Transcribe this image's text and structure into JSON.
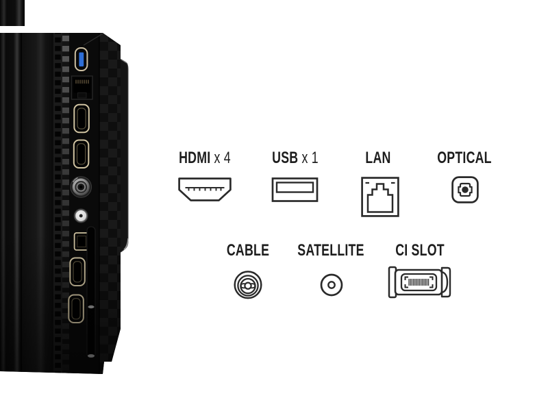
{
  "connectors": {
    "row1": [
      {
        "name": "HDMI",
        "count": "x 4",
        "icon": "hdmi-connector-icon"
      },
      {
        "name": "USB",
        "count": "x 1",
        "icon": "usb-connector-icon"
      },
      {
        "name": "LAN",
        "count": "",
        "icon": "lan-connector-icon"
      },
      {
        "name": "OPTICAL",
        "count": "",
        "icon": "optical-connector-icon"
      }
    ],
    "row2": [
      {
        "name": "CABLE",
        "icon": "cable-connector-icon"
      },
      {
        "name": "SATELLITE",
        "icon": "satellite-connector-icon"
      },
      {
        "name": "CI SLOT",
        "icon": "ci-slot-connector-icon"
      }
    ]
  },
  "tv_panel_ports": [
    "usb-port",
    "lan-port",
    "hdmi-port",
    "hdmi-port",
    "antenna-cable-port",
    "satellite-port",
    "optical-audio-port",
    "hdmi-port",
    "hdmi-port",
    "ci-card-slot"
  ],
  "colors": {
    "background": "#ffffff",
    "label_text": "#1d1d1d",
    "icon_outline": "#2a2a2a",
    "usb_port_blue": "#2e6ed6",
    "port_gold": "#d0c3a1"
  }
}
